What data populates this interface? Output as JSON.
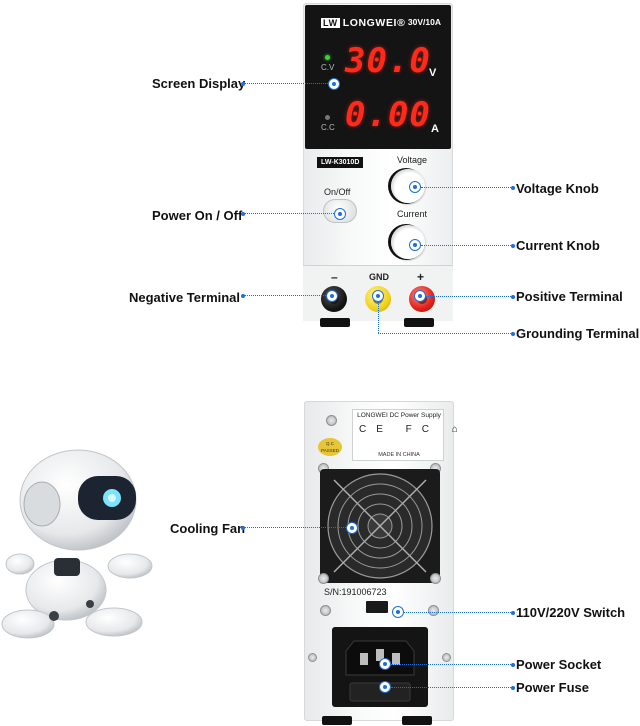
{
  "front_panel": {
    "brand_mark": "LW",
    "brand_name": "LONGWEI",
    "registered": "®",
    "rating": "30V/10A",
    "voltage_reading": "30.0",
    "voltage_unit": "V",
    "current_reading": "0.00",
    "current_unit": "A",
    "cv_indicator": "C.V",
    "cc_indicator": "C.C",
    "model": "LW-K3010D",
    "voltage_knob_label": "Voltage",
    "current_knob_label": "Current",
    "power_button_label": "On/Off",
    "negative_symbol": "–",
    "gnd_symbol": "GND",
    "positive_symbol": "+"
  },
  "back_panel": {
    "sticker_title": "LONGWEI DC Power Supply",
    "sticker_made": "MADE IN CHINA",
    "sticker_icons": "CE FC ⌂",
    "qc_badge": "Q.C PASSED",
    "serial_number": "S/N:191006723"
  },
  "callouts": {
    "screen_display": "Screen Display",
    "power_on_off": "Power On / Off",
    "negative_terminal": "Negative Terminal",
    "voltage_knob": "Voltage Knob",
    "current_knob": "Current Knob",
    "positive_terminal": "Positive Terminal",
    "grounding_terminal": "Grounding Terminal",
    "cooling_fan": "Cooling Fan",
    "voltage_switch": "110V/220V  Switch",
    "power_socket": "Power Socket",
    "power_fuse": "Power Fuse"
  },
  "colors": {
    "accent": "#1e6fd9",
    "segment_red": "#ff2a1a",
    "cv_led": "#3ad13a",
    "terminal_negative": "#111111",
    "terminal_ground": "#f2d11b",
    "terminal_positive": "#e0201c"
  }
}
